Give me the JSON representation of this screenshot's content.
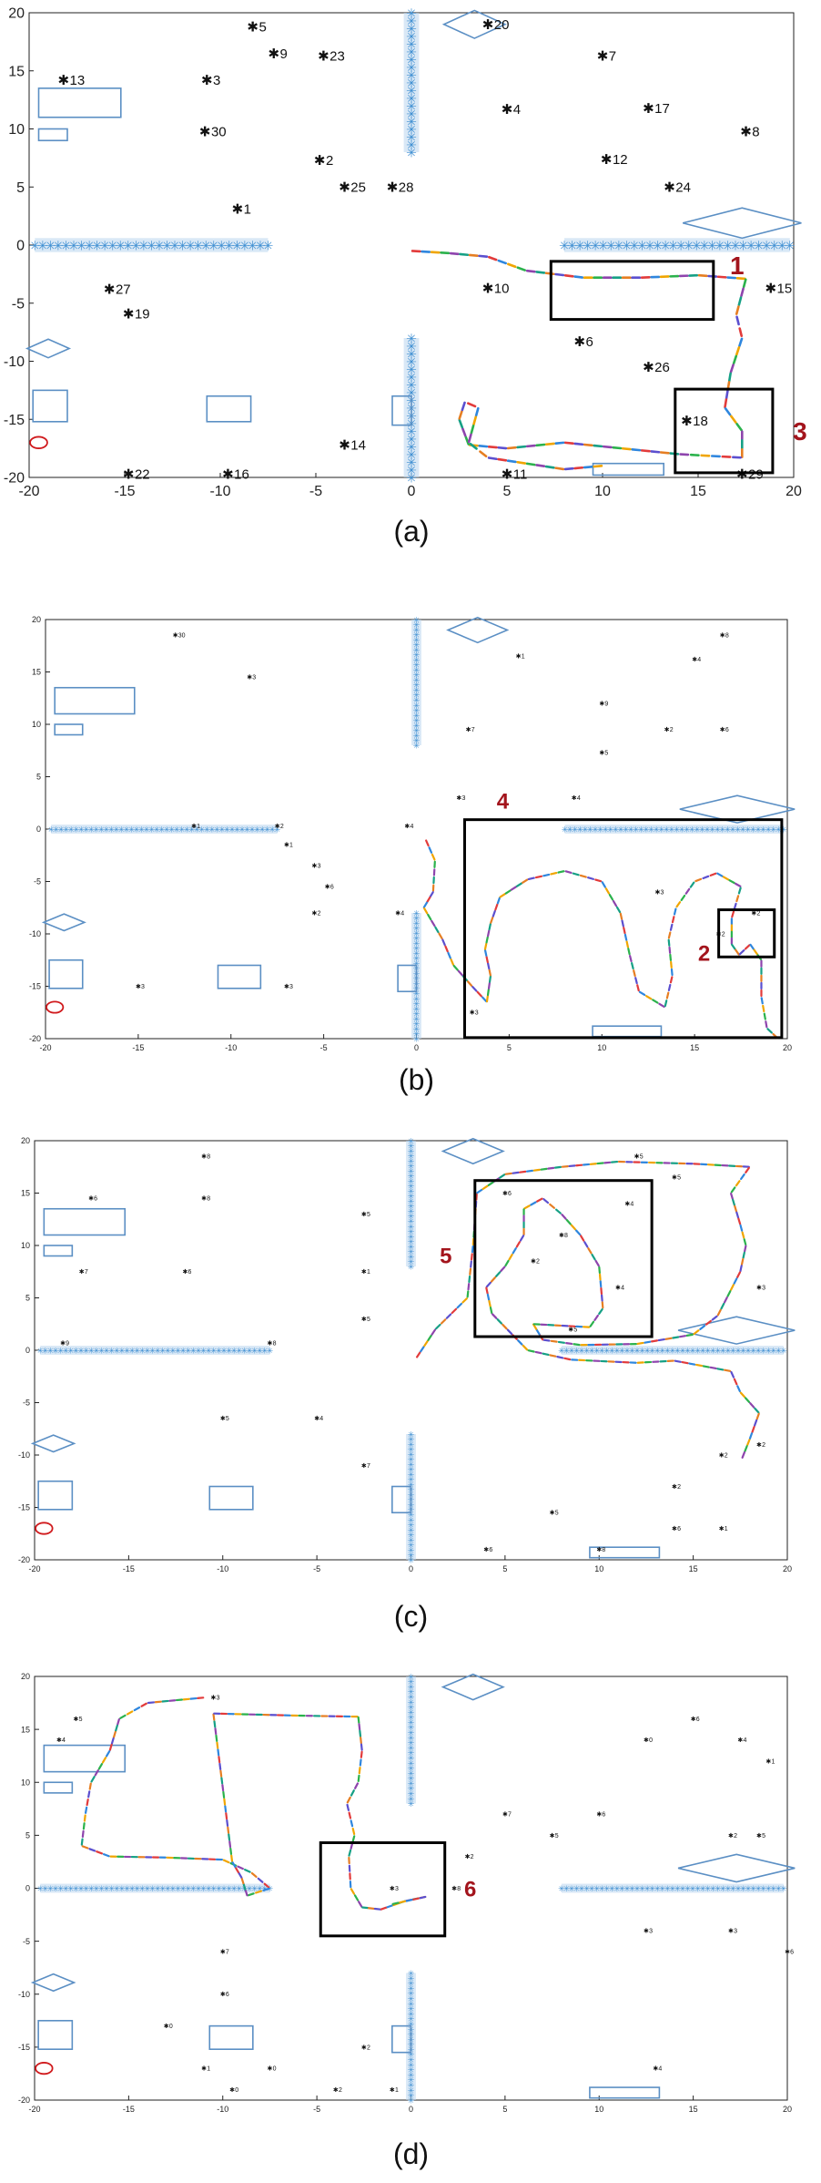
{
  "chart_data": [
    {
      "type": "scatter",
      "caption": "(a)",
      "xlim": [
        -20,
        20
      ],
      "ylim": [
        -20,
        20
      ],
      "x_ticks": [
        -20,
        -15,
        -10,
        -5,
        0,
        5,
        10,
        15,
        20
      ],
      "y_ticks": [
        20,
        15,
        10,
        5,
        0,
        -5,
        -10,
        -15,
        -20
      ],
      "landmarks": [
        {
          "label": "20",
          "x": 4,
          "y": 19
        },
        {
          "label": "7",
          "x": 10,
          "y": 16.3
        },
        {
          "label": "5",
          "x": -8.3,
          "y": 18.8
        },
        {
          "label": "9",
          "x": -7.2,
          "y": 16.5
        },
        {
          "label": "23",
          "x": -4.6,
          "y": 16.3
        },
        {
          "label": "13",
          "x": -18.2,
          "y": 14.2
        },
        {
          "label": "3",
          "x": -10.7,
          "y": 14.2
        },
        {
          "label": "4",
          "x": 5,
          "y": 11.7
        },
        {
          "label": "17",
          "x": 12.4,
          "y": 11.8
        },
        {
          "label": "30",
          "x": -10.8,
          "y": 9.8
        },
        {
          "label": "8",
          "x": 17.5,
          "y": 9.8
        },
        {
          "label": "2",
          "x": -4.8,
          "y": 7.3
        },
        {
          "label": "12",
          "x": 10.2,
          "y": 7.4
        },
        {
          "label": "25",
          "x": -3.5,
          "y": 5
        },
        {
          "label": "28",
          "x": -1,
          "y": 5
        },
        {
          "label": "24",
          "x": 13.5,
          "y": 5
        },
        {
          "label": "1",
          "x": -9.1,
          "y": 3.1
        },
        {
          "label": "27",
          "x": -15.8,
          "y": -3.8
        },
        {
          "label": "10",
          "x": 4,
          "y": -3.7
        },
        {
          "label": "15",
          "x": 18.8,
          "y": -3.7
        },
        {
          "label": "19",
          "x": -14.8,
          "y": -5.9
        },
        {
          "label": "6",
          "x": 8.8,
          "y": -8.3
        },
        {
          "label": "26",
          "x": 12.4,
          "y": -10.5
        },
        {
          "label": "14",
          "x": -3.5,
          "y": -17.2
        },
        {
          "label": "18",
          "x": 14.4,
          "y": -15.1
        },
        {
          "label": "22",
          "x": -14.8,
          "y": -19.7
        },
        {
          "label": "16",
          "x": -9.6,
          "y": -19.7
        },
        {
          "label": "11",
          "x": 5,
          "y": -19.7
        },
        {
          "label": "29",
          "x": 17.3,
          "y": -19.7
        }
      ],
      "trajectory": [
        [
          0,
          -0.5
        ],
        [
          2,
          -0.7
        ],
        [
          4,
          -1
        ],
        [
          6,
          -2.2
        ],
        [
          9,
          -2.8
        ],
        [
          12,
          -2.8
        ],
        [
          15,
          -2.6
        ],
        [
          17.5,
          -2.9
        ],
        [
          17,
          -6
        ],
        [
          17.3,
          -8
        ],
        [
          16.7,
          -11
        ],
        [
          16.4,
          -14
        ],
        [
          17.3,
          -16
        ],
        [
          17.3,
          -18.3
        ],
        [
          14,
          -18
        ],
        [
          11,
          -17.5
        ],
        [
          8,
          -17
        ],
        [
          5,
          -17.5
        ],
        [
          3,
          -17.2
        ],
        [
          2.5,
          -15
        ],
        [
          2.8,
          -13.5
        ],
        [
          3.5,
          -14
        ],
        [
          3,
          -17
        ],
        [
          4,
          -18.3
        ],
        [
          6,
          -18.8
        ],
        [
          8,
          -19.3
        ],
        [
          10,
          -19
        ]
      ],
      "highlights": [
        {
          "label": "1",
          "x0": 7.3,
          "y0": -1.4,
          "x1": 15.8,
          "y1": -6.4
        },
        {
          "label": "3",
          "x0": 13.8,
          "y0": -12.4,
          "x1": 18.9,
          "y1": -19.6
        }
      ]
    },
    {
      "type": "scatter",
      "caption": "(b)",
      "xlim": [
        -20,
        20
      ],
      "ylim": [
        -20,
        20
      ],
      "x_ticks": [
        -20,
        -15,
        -10,
        -5,
        0,
        5,
        10,
        15,
        20
      ],
      "y_ticks": [
        20,
        15,
        10,
        5,
        0,
        -5,
        -10,
        -15,
        -20
      ],
      "landmarks": [
        {
          "label": "30",
          "x": -13,
          "y": 18.5
        },
        {
          "label": "8",
          "x": 16.5,
          "y": 18.5
        },
        {
          "label": "1",
          "x": 5.5,
          "y": 16.5
        },
        {
          "label": "3",
          "x": -9,
          "y": 14.5
        },
        {
          "label": "4",
          "x": 15,
          "y": 16.2
        },
        {
          "label": "7",
          "x": 2.8,
          "y": 9.5
        },
        {
          "label": "9",
          "x": 10,
          "y": 12
        },
        {
          "label": "2",
          "x": 13.5,
          "y": 9.5
        },
        {
          "label": "6",
          "x": 16.5,
          "y": 9.5
        },
        {
          "label": "5",
          "x": 10,
          "y": 7.3
        },
        {
          "label": "4",
          "x": 8.5,
          "y": 3
        },
        {
          "label": "3",
          "x": 2.3,
          "y": 3
        },
        {
          "label": "1",
          "x": -12,
          "y": 0.3
        },
        {
          "label": "2",
          "x": -7.5,
          "y": 0.3
        },
        {
          "label": "4",
          "x": -0.5,
          "y": 0.3
        },
        {
          "label": "1",
          "x": -7,
          "y": -1.5
        },
        {
          "label": "3",
          "x": -5.5,
          "y": -3.5
        },
        {
          "label": "6",
          "x": -4.8,
          "y": -5.5
        },
        {
          "label": "2",
          "x": -5.5,
          "y": -8
        },
        {
          "label": "4",
          "x": -1,
          "y": -8
        },
        {
          "label": "3",
          "x": -15,
          "y": -15
        },
        {
          "label": "3",
          "x": -7,
          "y": -15
        },
        {
          "label": "3",
          "x": 3,
          "y": -17.5
        },
        {
          "label": "2",
          "x": 16.3,
          "y": -10
        },
        {
          "label": "2",
          "x": 18.2,
          "y": -8
        },
        {
          "label": "3",
          "x": 13,
          "y": -6
        }
      ],
      "trajectory": [
        [
          0.5,
          -1
        ],
        [
          1,
          -3
        ],
        [
          0.9,
          -6
        ],
        [
          0.4,
          -7.5
        ],
        [
          1.4,
          -10.5
        ],
        [
          2,
          -13
        ],
        [
          3,
          -15
        ],
        [
          3.8,
          -16.5
        ],
        [
          4,
          -14
        ],
        [
          3.7,
          -11.5
        ],
        [
          4,
          -9
        ],
        [
          4.5,
          -6.5
        ],
        [
          6,
          -4.8
        ],
        [
          8,
          -4
        ],
        [
          10,
          -5
        ],
        [
          11,
          -8
        ],
        [
          11.5,
          -12
        ],
        [
          12,
          -15.5
        ],
        [
          13.4,
          -17
        ],
        [
          13.8,
          -14
        ],
        [
          13.6,
          -10.5
        ],
        [
          14,
          -7.5
        ],
        [
          15,
          -5
        ],
        [
          16.2,
          -4.2
        ],
        [
          17.5,
          -5.5
        ],
        [
          17,
          -8.5
        ],
        [
          17,
          -11
        ],
        [
          17.4,
          -12
        ],
        [
          18,
          -11
        ],
        [
          18.6,
          -12.5
        ],
        [
          18.6,
          -16
        ],
        [
          18.9,
          -19
        ],
        [
          19.5,
          -20
        ]
      ],
      "highlights": [
        {
          "label": "4",
          "x0": 2.6,
          "y0": 0.9,
          "x1": 19.7,
          "y1": -19.9
        },
        {
          "label": "2",
          "x0": 16.3,
          "y0": -7.7,
          "x1": 19.3,
          "y1": -12.2
        }
      ]
    },
    {
      "type": "scatter",
      "caption": "(c)",
      "xlim": [
        -20,
        20
      ],
      "ylim": [
        -20,
        20
      ],
      "x_ticks": [
        -20,
        -15,
        -10,
        -5,
        0,
        5,
        10,
        15,
        20
      ],
      "y_ticks": [
        20,
        15,
        10,
        5,
        0,
        -5,
        -10,
        -15,
        -20
      ],
      "landmarks": [
        {
          "label": "8",
          "x": -11,
          "y": 18.5
        },
        {
          "label": "6",
          "x": -17,
          "y": 14.5
        },
        {
          "label": "8",
          "x": -11,
          "y": 14.5
        },
        {
          "label": "5",
          "x": -2.5,
          "y": 13
        },
        {
          "label": "7",
          "x": -17.5,
          "y": 7.5
        },
        {
          "label": "6",
          "x": -12,
          "y": 7.5
        },
        {
          "label": "1",
          "x": -2.5,
          "y": 7.5
        },
        {
          "label": "5",
          "x": -2.5,
          "y": 3
        },
        {
          "label": "8",
          "x": -7.5,
          "y": 0.7
        },
        {
          "label": "9",
          "x": -18.5,
          "y": 0.7
        },
        {
          "label": "5",
          "x": -10,
          "y": -6.5
        },
        {
          "label": "4",
          "x": -5,
          "y": -6.5
        },
        {
          "label": "7",
          "x": -2.5,
          "y": -11
        },
        {
          "label": "6",
          "x": 5,
          "y": 15
        },
        {
          "label": "5",
          "x": 12,
          "y": 18.5
        },
        {
          "label": "5",
          "x": 14,
          "y": 16.5
        },
        {
          "label": "4",
          "x": 11.5,
          "y": 14
        },
        {
          "label": "8",
          "x": 8,
          "y": 11
        },
        {
          "label": "2",
          "x": 6.5,
          "y": 8.5
        },
        {
          "label": "4",
          "x": 11,
          "y": 6
        },
        {
          "label": "3",
          "x": 18.5,
          "y": 6
        },
        {
          "label": "5",
          "x": 8.5,
          "y": 2
        },
        {
          "label": "2",
          "x": 16.5,
          "y": -10
        },
        {
          "label": "2",
          "x": 18.5,
          "y": -9
        },
        {
          "label": "2",
          "x": 14,
          "y": -13
        },
        {
          "label": "6",
          "x": 14,
          "y": -17
        },
        {
          "label": "1",
          "x": 16.5,
          "y": -17
        },
        {
          "label": "5",
          "x": 7.5,
          "y": -15.5
        },
        {
          "label": "8",
          "x": 10,
          "y": -19
        },
        {
          "label": "6",
          "x": 4,
          "y": -19
        }
      ],
      "trajectory": [
        [
          0.3,
          -0.7
        ],
        [
          1.3,
          2
        ],
        [
          3,
          5
        ],
        [
          3.3,
          10
        ],
        [
          3.5,
          15
        ],
        [
          5,
          16.8
        ],
        [
          8,
          17.5
        ],
        [
          11,
          18
        ],
        [
          15,
          17.8
        ],
        [
          18,
          17.5
        ],
        [
          17,
          15
        ],
        [
          17.5,
          12
        ],
        [
          17.8,
          10
        ],
        [
          17.5,
          7.5
        ],
        [
          16.3,
          3.3
        ],
        [
          15,
          1.5
        ],
        [
          12,
          0.6
        ],
        [
          9,
          0.5
        ],
        [
          7,
          1
        ],
        [
          6.5,
          2.5
        ],
        [
          9.5,
          2.2
        ],
        [
          10.2,
          4
        ],
        [
          10,
          8
        ],
        [
          9,
          11
        ],
        [
          8,
          13
        ],
        [
          7,
          14.5
        ],
        [
          6,
          13.5
        ],
        [
          6,
          11
        ],
        [
          5,
          8
        ],
        [
          4,
          6
        ],
        [
          4.3,
          3.5
        ],
        [
          6.2,
          0
        ],
        [
          8.5,
          -0.9
        ],
        [
          12,
          -1.2
        ],
        [
          14,
          -1
        ],
        [
          15.5,
          -1.5
        ],
        [
          17,
          -2
        ],
        [
          17.5,
          -4
        ],
        [
          18.5,
          -6
        ],
        [
          18,
          -8.5
        ],
        [
          17.6,
          -10.3
        ]
      ],
      "highlights": [
        {
          "label": "5",
          "x0": 3.4,
          "y0": 16.2,
          "x1": 12.8,
          "y1": 1.3
        }
      ]
    },
    {
      "type": "scatter",
      "caption": "(d)",
      "xlim": [
        -20,
        20
      ],
      "ylim": [
        -20,
        20
      ],
      "x_ticks": [
        -20,
        -15,
        -10,
        -5,
        0,
        5,
        10,
        15,
        20
      ],
      "y_ticks": [
        20,
        15,
        10,
        5,
        0,
        -5,
        -10,
        -15,
        -20
      ],
      "landmarks": [
        {
          "label": "3",
          "x": -10.5,
          "y": 18
        },
        {
          "label": "5",
          "x": -17.8,
          "y": 16
        },
        {
          "label": "4",
          "x": -18.7,
          "y": 14
        },
        {
          "label": "6",
          "x": 15,
          "y": 16
        },
        {
          "label": "0",
          "x": 12.5,
          "y": 14
        },
        {
          "label": "4",
          "x": 17.5,
          "y": 14
        },
        {
          "label": "1",
          "x": 19,
          "y": 12
        },
        {
          "label": "7",
          "x": 5,
          "y": 7
        },
        {
          "label": "6",
          "x": 10,
          "y": 7
        },
        {
          "label": "5",
          "x": 7.5,
          "y": 5
        },
        {
          "label": "2",
          "x": 17,
          "y": 5
        },
        {
          "label": "5",
          "x": 18.5,
          "y": 5
        },
        {
          "label": "2",
          "x": 3,
          "y": 3
        },
        {
          "label": "8",
          "x": 2.3,
          "y": 0
        },
        {
          "label": "3",
          "x": 12.5,
          "y": -4
        },
        {
          "label": "3",
          "x": 17,
          "y": -4
        },
        {
          "label": "6",
          "x": 20,
          "y": -6
        },
        {
          "label": "3",
          "x": -1,
          "y": 0
        },
        {
          "label": "7",
          "x": -10,
          "y": -6
        },
        {
          "label": "6",
          "x": -10,
          "y": -10
        },
        {
          "label": "0",
          "x": -13,
          "y": -13
        },
        {
          "label": "2",
          "x": -2.5,
          "y": -15
        },
        {
          "label": "1",
          "x": -11,
          "y": -17
        },
        {
          "label": "0",
          "x": -7.5,
          "y": -17
        },
        {
          "label": "0",
          "x": -9.5,
          "y": -19
        },
        {
          "label": "2",
          "x": -4,
          "y": -19
        },
        {
          "label": "1",
          "x": -1,
          "y": -19
        },
        {
          "label": "4",
          "x": 13,
          "y": -17
        }
      ],
      "trajectory": [
        [
          -11,
          18
        ],
        [
          -14,
          17.5
        ],
        [
          -15.5,
          16
        ],
        [
          -16,
          13
        ],
        [
          -17,
          10
        ],
        [
          -17.3,
          7
        ],
        [
          -17.5,
          4
        ],
        [
          -16,
          3
        ],
        [
          -13,
          2.9
        ],
        [
          -10,
          2.7
        ],
        [
          -8.5,
          1.5
        ],
        [
          -7.5,
          0
        ],
        [
          -8.7,
          -0.7
        ],
        [
          -9,
          1
        ],
        [
          -9.5,
          2.5
        ],
        [
          -10.5,
          16.5
        ],
        [
          -6,
          16.3
        ],
        [
          -2.8,
          16.2
        ],
        [
          -2.6,
          13
        ],
        [
          -2.8,
          10
        ],
        [
          -3.4,
          8
        ],
        [
          -3,
          5
        ],
        [
          -3.3,
          3
        ],
        [
          -3.2,
          0
        ],
        [
          -2.6,
          -1.8
        ],
        [
          -1.6,
          -2
        ],
        [
          -0.3,
          -1.2
        ],
        [
          0.8,
          -0.8
        ],
        [
          -1,
          -1.5
        ]
      ],
      "highlights": [
        {
          "label": "6",
          "x0": -4.8,
          "y0": 4.3,
          "x1": 1.8,
          "y1": -4.5
        }
      ]
    }
  ]
}
